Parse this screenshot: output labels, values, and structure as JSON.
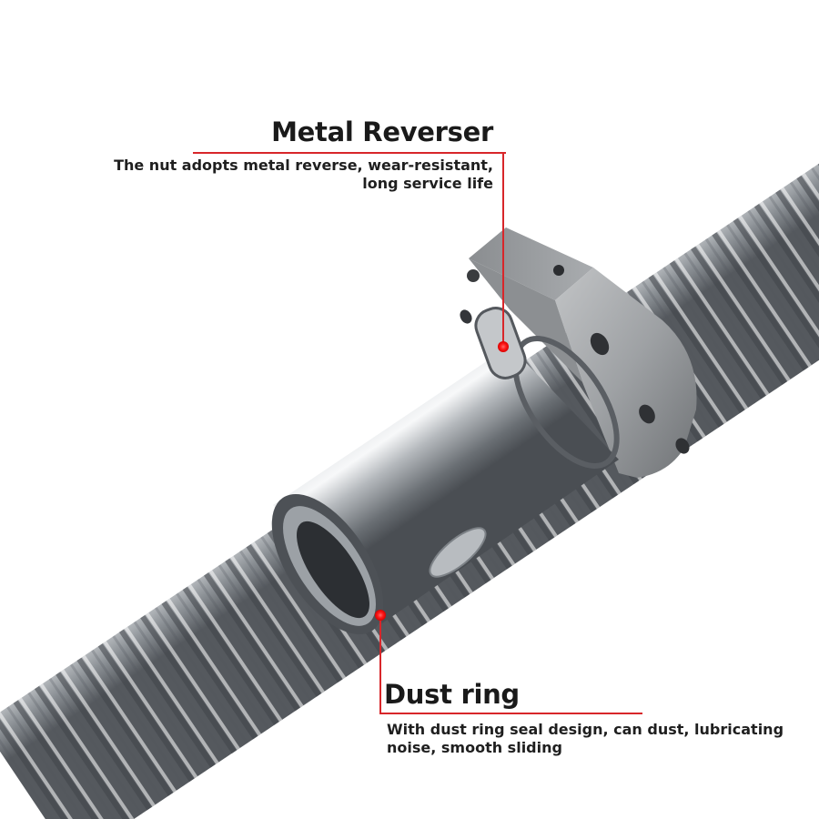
{
  "callouts": [
    {
      "title": "Metal Reverser",
      "description": "The nut adopts metal reverse, wear-resistant, long service life"
    },
    {
      "title": "Dust ring",
      "description": "With dust ring seal design, can dust, lubricating noise, smooth sliding"
    }
  ],
  "colors": {
    "callout_line": "#d8262a",
    "marker": "#ff1a1a",
    "text": "#1a1a1a"
  }
}
